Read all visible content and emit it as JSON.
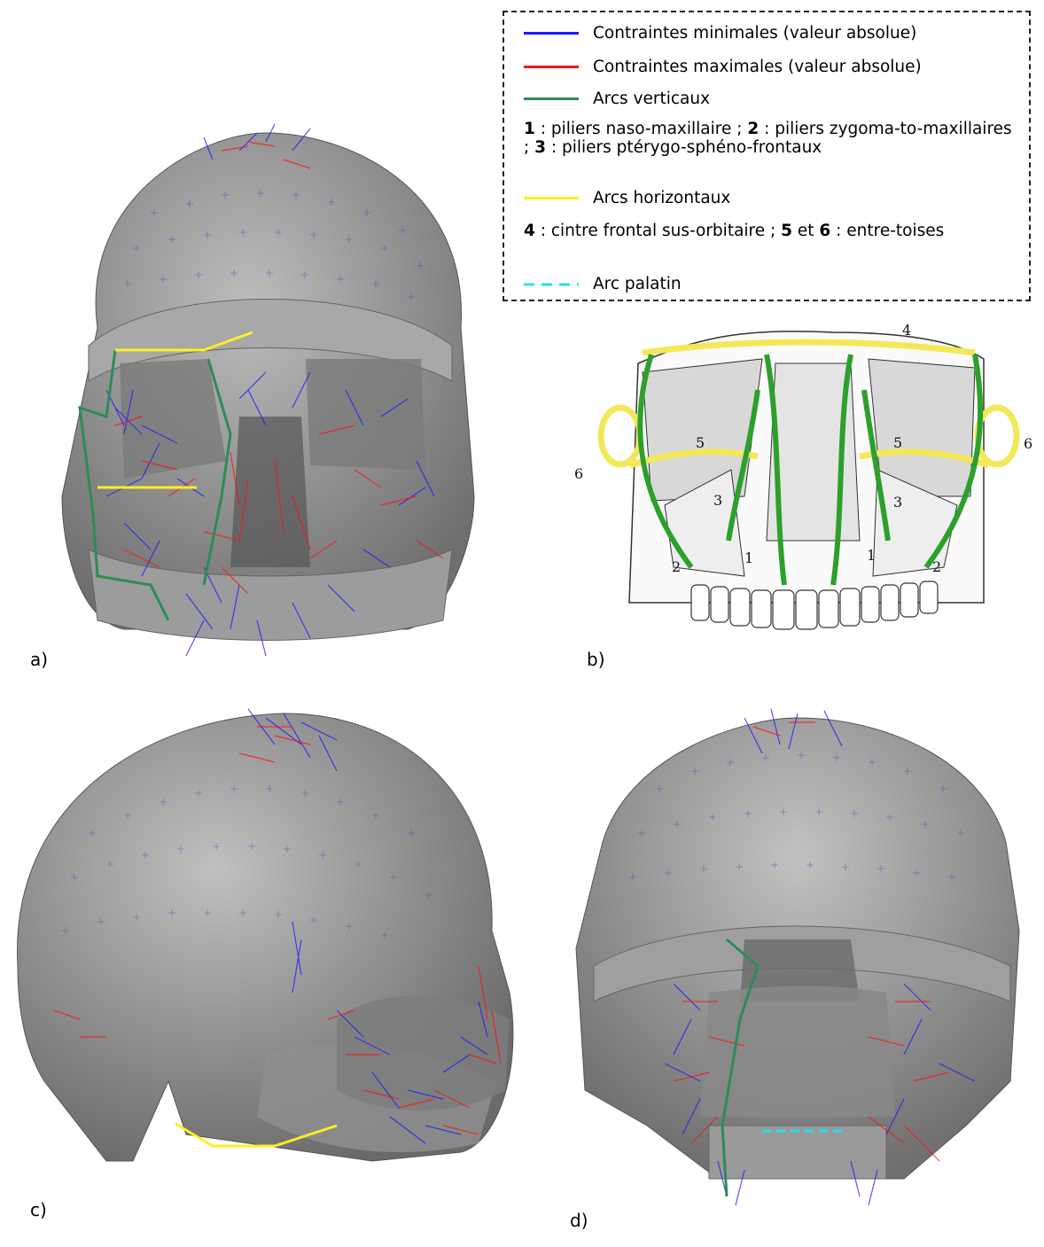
{
  "legend": {
    "entries": [
      {
        "label": "Contraintes minimales (valeur absolue)",
        "color": "#1a1aff",
        "style": "solid"
      },
      {
        "label": "Contraintes maximales (valeur absolue)",
        "color": "#ff1010",
        "style": "solid"
      },
      {
        "label": "Arcs verticaux",
        "color": "#2e8b57",
        "style": "solid"
      },
      {
        "label": "Arcs horizontaux",
        "color": "#ffee22",
        "style": "solid"
      },
      {
        "label": "Arc palatin",
        "color": "#22e0f0",
        "style": "dashed"
      }
    ],
    "vertical_arcs_note": {
      "n1": "1",
      "t1": " : piliers naso-maxillaire ; ",
      "n2": "2",
      "t2": " : piliers zygoma-to-maxillaires ; ",
      "n3": "3",
      "t3": " : piliers ptérygo-sphéno-frontaux"
    },
    "horizontal_arcs_note": {
      "n4": "4",
      "t4": " : cintre frontal sus-orbitaire ; ",
      "n5": "5",
      "t5": " et ",
      "n6": "6",
      "t6": " : entre-toises"
    }
  },
  "panels": {
    "a": {
      "label": "a)"
    },
    "b": {
      "label": "b)",
      "pillar_labels": [
        "1",
        "1",
        "2",
        "2",
        "3",
        "3",
        "4",
        "5",
        "5",
        "6",
        "6"
      ]
    },
    "c": {
      "label": "c)"
    },
    "d": {
      "label": "d)"
    }
  },
  "colors": {
    "bone": "#9a9a9a",
    "bone_dark": "#6f6f6f",
    "min_stress": "#1a1aff",
    "max_stress": "#ff1010",
    "vertical_arc": "#2e8b57",
    "horizontal_arc": "#ffee22",
    "palatal_arc": "#22e0f0",
    "sketch_green": "#2ca02c",
    "sketch_yellow": "#f2e85a"
  }
}
